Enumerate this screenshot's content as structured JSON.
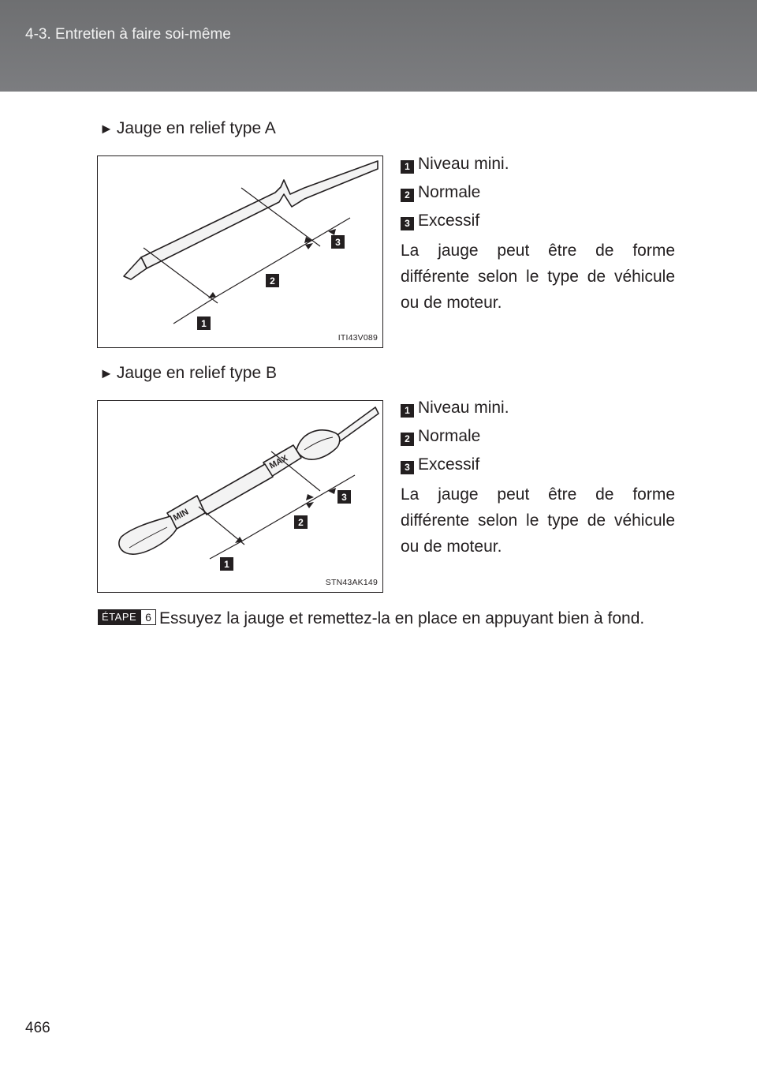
{
  "header": {
    "section": "4-3. Entretien à faire soi-même"
  },
  "page_number": "466",
  "blocks": [
    {
      "heading": "Jauge en relief type A",
      "figure_code": "ITI43V089",
      "legend": [
        {
          "num": "1",
          "label": "Niveau mini."
        },
        {
          "num": "2",
          "label": "Normale"
        },
        {
          "num": "3",
          "label": "Excessif"
        }
      ],
      "note": "La jauge peut être de forme différente selon le type de véhicule ou de moteur."
    },
    {
      "heading": "Jauge en relief type B",
      "figure_code": "STN43AK149",
      "marks": {
        "min": "MIN",
        "max": "MAX"
      },
      "legend": [
        {
          "num": "1",
          "label": "Niveau mini."
        },
        {
          "num": "2",
          "label": "Normale"
        },
        {
          "num": "3",
          "label": "Excessif"
        }
      ],
      "note": "La jauge peut être de forme différente selon le type de véhicule ou de moteur."
    }
  ],
  "step": {
    "tag_label": "ÉTAPE",
    "tag_number": "6",
    "text": "Essuyez la jauge et remettez-la en place en appuyant bien à fond."
  }
}
